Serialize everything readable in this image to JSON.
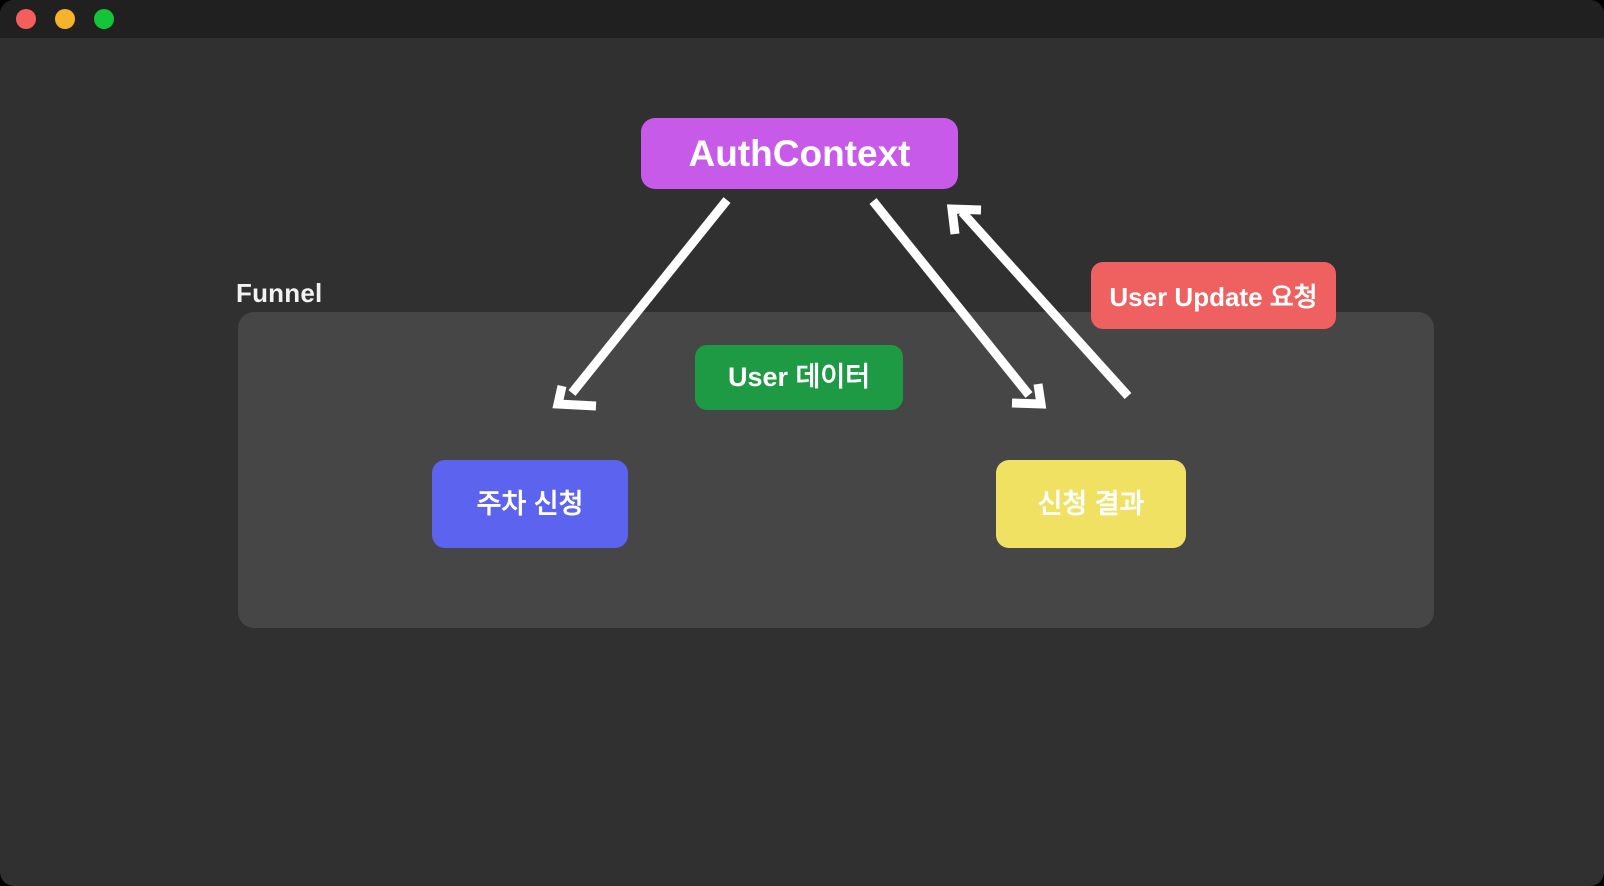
{
  "window": {
    "traffic_lights": [
      {
        "name": "close",
        "color": "#f45f5c"
      },
      {
        "name": "minimize",
        "color": "#f5b32c"
      },
      {
        "name": "zoom",
        "color": "#14c637"
      }
    ],
    "background": "#303030",
    "titlebar_background": "#202020"
  },
  "diagram": {
    "funnel_label": "Funnel",
    "panel": {
      "fill": "#464646"
    },
    "nodes": [
      {
        "id": "auth-context",
        "label": "AuthContext",
        "color": "#c75ae8",
        "text_color": "#ffffff"
      },
      {
        "id": "user-data",
        "label": "User 데이터",
        "color": "#1e9a45",
        "text_color": "#ffffff"
      },
      {
        "id": "parking-request",
        "label": "주차 신청",
        "color": "#5c63ef",
        "text_color": "#ffffff"
      },
      {
        "id": "request-result",
        "label": "신청 결과",
        "color": "#f0e163",
        "text_color": "#ffffff"
      },
      {
        "id": "user-update-request",
        "label": "User Update 요청",
        "color": "#ef6060",
        "text_color": "#ffffff"
      }
    ],
    "arrows": [
      {
        "id": "auth-to-parking-request",
        "from": "auth-context",
        "to": "parking-request",
        "color": "#ffffff"
      },
      {
        "id": "auth-to-request-result",
        "from": "auth-context",
        "to": "request-result",
        "color": "#ffffff"
      },
      {
        "id": "user-update-to-auth",
        "from": "user-update-request",
        "to": "auth-context",
        "color": "#ffffff"
      }
    ]
  }
}
